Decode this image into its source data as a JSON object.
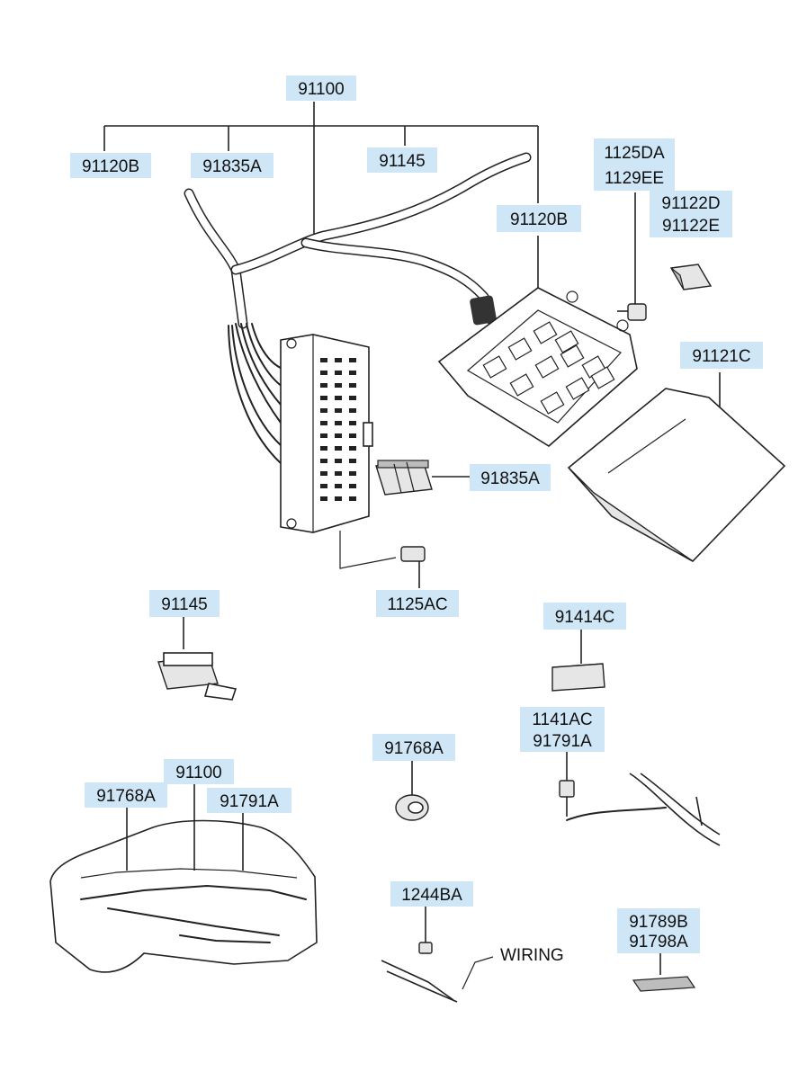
{
  "labels": {
    "top_91100": "91100",
    "top_91120B_left": "91120B",
    "top_91835A": "91835A",
    "top_91145": "91145",
    "top_91120B_right": "91120B",
    "l_1125DA": "1125DA",
    "l_1129EE": "1129EE",
    "l_91122D": "91122D",
    "l_91122E": "91122E",
    "l_91121C": "91121C",
    "l_91835A_mid": "91835A",
    "l_1125AC": "1125AC",
    "l_91145_mid": "91145",
    "l_91414C": "91414C",
    "l_1141AC": "1141AC",
    "l_91791A_right": "91791A",
    "l_91768A_mid": "91768A",
    "l_91100_car": "91100",
    "l_91768A_car": "91768A",
    "l_91791A_car": "91791A",
    "l_1244BA": "1244BA",
    "l_wiring": "WIRING",
    "l_91789B": "91789B",
    "l_91798A": "91798A"
  },
  "colors": {
    "label_background": "#cfe6f7",
    "line": "#222222"
  }
}
